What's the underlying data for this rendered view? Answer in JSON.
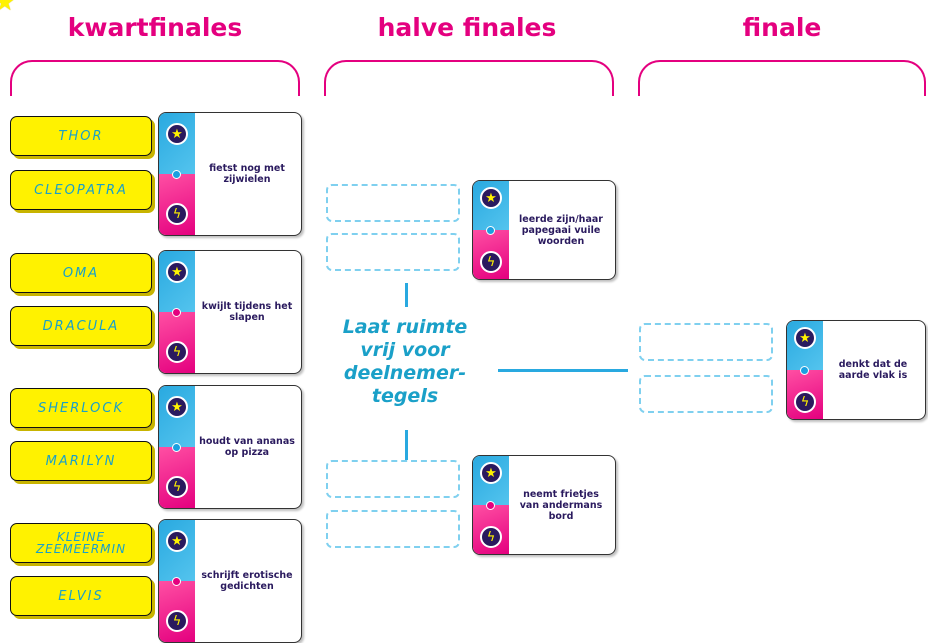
{
  "rounds": {
    "quarterfinals": "kwartfinales",
    "semifinals": "halve finales",
    "final": "finale"
  },
  "quarterfinal_matches": [
    {
      "player_a": "THOR",
      "player_b": "CLEOPATRA",
      "card_text": "fietst nog met zijwielen",
      "dot_color": "#1aa0e0"
    },
    {
      "player_a": "OMA",
      "player_b": "DRACULA",
      "card_text": "kwijlt tijdens het slapen",
      "dot_color": "#e4007f"
    },
    {
      "player_a": "SHERLOCK",
      "player_b": "MARILYN",
      "card_text": "houdt van ananas op pizza",
      "dot_color": "#1aa0e0"
    },
    {
      "player_a": "KLEINE ZEEMEERMIN",
      "player_b": "ELVIS",
      "card_text": "schrijft erotische gedichten",
      "dot_color": "#e4007f"
    }
  ],
  "semifinal_cards": [
    {
      "card_text": "leerde zijn/haar papegaai vuile woorden",
      "dot_color": "#1aa0e0"
    },
    {
      "card_text": "neemt frietjes van andermans bord",
      "dot_color": "#e4007f"
    }
  ],
  "final_card": {
    "card_text": "denkt dat de aarde vlak is",
    "dot_color": "#1aa0e0"
  },
  "note": "Laat ruimte vrij voor deelnemer-tegels",
  "icons": {
    "top": "star-icon",
    "bottom": "lightning-icon",
    "corner": "star-icon"
  },
  "colors": {
    "title": "#e4007f",
    "accent_blue": "#29a9e0",
    "tile_yellow": "#fff200",
    "ink": "#2a1a5e"
  }
}
